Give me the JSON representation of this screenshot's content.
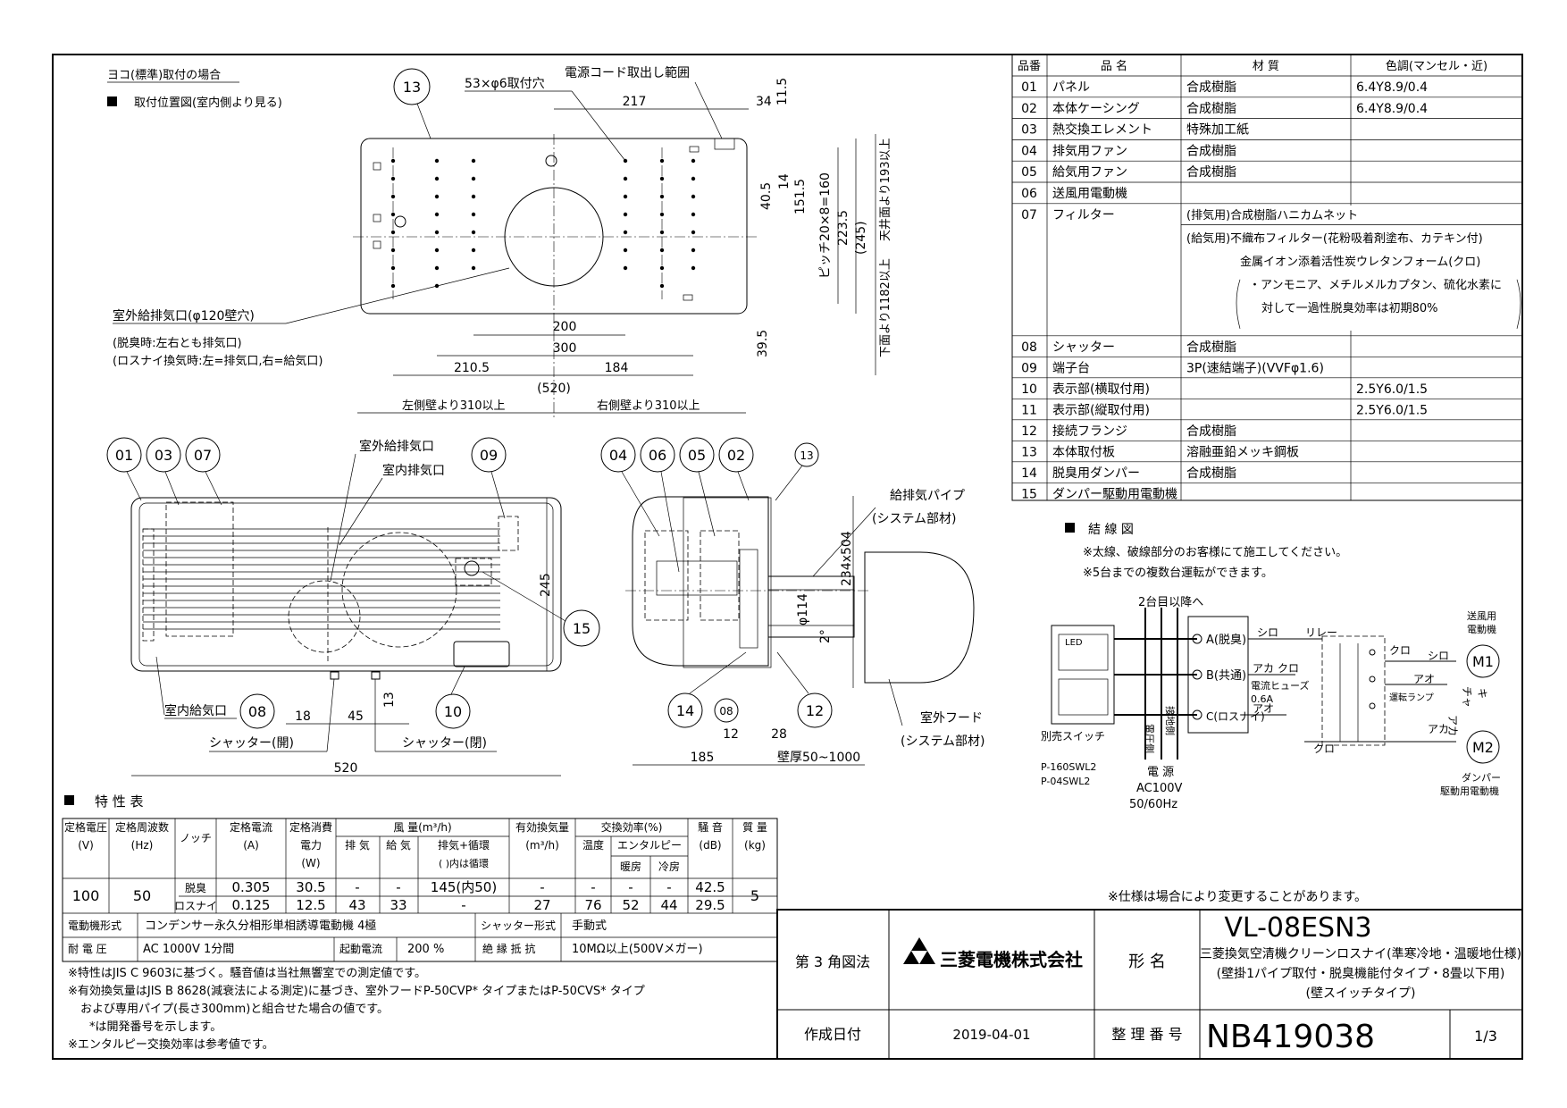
{
  "drawing": {
    "mounting_case": "ヨコ(標準)取付の場合",
    "mounting_position_title": "取付位置図(室内側より見る)",
    "mount_holes": "53×φ6取付穴",
    "cord_range": "電源コード取出し範囲",
    "outdoor_inlet": "室外給排気口(φ120壁穴)",
    "deodor_note": "(脱臭時:左右とも排気口)",
    "lossnay_note": "(ロスナイ換気時:左=排気口,右=給気口)",
    "left_wall": "左側壁より310以上",
    "right_wall": "右側壁より310以上",
    "ceiling": "天井面より193以上",
    "floor": "下面より1182以上",
    "pitch": "ピッチ20×8=160",
    "outdoor_exhaust": "室外給排気口",
    "indoor_exhaust": "室内排気口",
    "indoor_supply": "室内給気口",
    "shutter_open": "シャッター(開)",
    "shutter_closed": "シャッター(閉)",
    "pipe": "給排気パイプ",
    "pipe_sys": "(システム部材)",
    "hood": "室外フード",
    "hood_sys": "(システム部材)",
    "wall_thick": "壁厚50~1000",
    "diam": "φ114",
    "angle": "2°",
    "bubbles": [
      "13",
      "01",
      "03",
      "07",
      "09",
      "15",
      "08",
      "10",
      "04",
      "06",
      "05",
      "02",
      "13",
      "14",
      "08",
      "12"
    ],
    "dims": {
      "d217": "217",
      "d34": "34",
      "d11_5": "11.5",
      "d14": "14",
      "d40_5": "40.5",
      "d151_5": "151.5",
      "d223_5": "223.5",
      "d245": "(245)",
      "d200": "200",
      "d300": "300",
      "d210_5": "210.5",
      "d184": "184",
      "d520p": "(520)",
      "d39_5": "39.5",
      "d245b": "245",
      "d18": "18",
      "d45": "45",
      "d13": "13",
      "d520": "520",
      "d234": "234x504",
      "d185": "185",
      "d12": "12",
      "d28": "28"
    }
  },
  "parts": {
    "headers": [
      "品番",
      "品 名",
      "材 質",
      "色調(マンセル・近)"
    ],
    "rows": [
      [
        "01",
        "パネル",
        "合成樹脂",
        "6.4Y8.9/0.4"
      ],
      [
        "02",
        "本体ケーシング",
        "合成樹脂",
        "6.4Y8.9/0.4"
      ],
      [
        "03",
        "熱交換エレメント",
        "特殊加工紙",
        ""
      ],
      [
        "04",
        "排気用ファン",
        "合成樹脂",
        ""
      ],
      [
        "05",
        "給気用ファン",
        "合成樹脂",
        ""
      ],
      [
        "06",
        "送風用電動機",
        "",
        ""
      ]
    ],
    "filter_no": "07",
    "filter_name": "フィルター",
    "filter_lines": [
      "(排気用)合成樹脂ハニカムネット",
      "(給気用)不織布フィルター(花粉吸着剤塗布、カテキン付)",
      "金属イオン添着活性炭ウレタンフォーム(クロ)",
      "・アンモニア、メチルメルカプタン、硫化水素に",
      "対して一過性脱臭効率は初期80%"
    ],
    "rows2": [
      [
        "08",
        "シャッター",
        "合成樹脂",
        ""
      ],
      [
        "09",
        "端子台",
        "3P(速結端子)(VVFφ1.6)",
        ""
      ],
      [
        "10",
        "表示部(横取付用)",
        "",
        "2.5Y6.0/1.5"
      ],
      [
        "11",
        "表示部(縦取付用)",
        "",
        "2.5Y6.0/1.5"
      ],
      [
        "12",
        "接続フランジ",
        "合成樹脂",
        ""
      ],
      [
        "13",
        "本体取付板",
        "溶融亜鉛メッキ鋼板",
        ""
      ],
      [
        "14",
        "脱臭用ダンパー",
        "合成樹脂",
        ""
      ],
      [
        "15",
        "ダンパー駆動用電動機",
        "",
        ""
      ]
    ]
  },
  "wiring": {
    "title": "結 線 図",
    "note1": "※太線、破線部分のお客様にて施工してください。",
    "note2": "※5台までの複数台運転ができます。",
    "units": "2台目以降へ",
    "terminals": [
      "A(脱臭)",
      "B(共通)",
      "C(ロスナイ)"
    ],
    "wires": {
      "shiro": "シロ",
      "aka": "アカ",
      "kuro": "クロ",
      "ao": "アオ",
      "cha": "チャ",
      "ki": "キ"
    },
    "relay": "リレー",
    "fuse": "電流ヒューズ",
    "fuse_v": "0.6A",
    "m1": "M1",
    "m2": "M2",
    "m1_label": [
      "送風用",
      "電動機"
    ],
    "m2_label": [
      "ダンパー",
      "駆動用電動機"
    ],
    "lamp": "運転ランプ",
    "switch": "別売スイッチ",
    "switch_models": [
      "P-160SWL2",
      "P-04SWL2"
    ],
    "power": [
      "電 源",
      "AC100V",
      "50/60Hz"
    ],
    "voltage_side": "電圧側",
    "ground_side": "接地側",
    "led": "LED"
  },
  "specs": {
    "title": "特 性 表",
    "h": {
      "v": "定格電圧",
      "v_u": "(V)",
      "hz": "定格周波数",
      "hz_u": "(Hz)",
      "notch": "ノッチ",
      "a": "定格電流",
      "a_u": "(A)",
      "w": "定格消費",
      "w2": "電力",
      "w_u": "(W)",
      "flow": "風 量(m³/h)",
      "exh": "排 気",
      "sup": "給 気",
      "circ": "排気+循環",
      "circ2": "( )内は循環",
      "eff": "有効換気量",
      "eff_u": "(m³/h)",
      "xeff": "交換効率(%)",
      "temp": "温度",
      "enth": "エンタルピー",
      "heat": "暖房",
      "cool": "冷房",
      "noise": "騒 音",
      "noise_u": "(dB)",
      "mass": "質 量",
      "mass_u": "(kg)"
    },
    "volt": "100",
    "freq": "50",
    "mass": "5",
    "rows": [
      [
        "脱臭",
        "0.305",
        "30.5",
        "-",
        "-",
        "145(内50)",
        "-",
        "-",
        "-",
        "-",
        "42.5"
      ],
      [
        "ロスナイ",
        "0.125",
        "12.5",
        "43",
        "33",
        "-",
        "27",
        "76",
        "52",
        "44",
        "29.5"
      ]
    ],
    "motor_l": "電動機形式",
    "motor_v": "コンデンサー永久分相形単相誘導電動機 4極",
    "shutter_l": "シャッター形式",
    "shutter_v": "手動式",
    "withstand_l": "耐 電 圧",
    "withstand_v": "AC 1000V 1分間",
    "start_l": "起動電流",
    "start_v": "200 %",
    "ins_l": "絶 縁 抵 抗",
    "ins_v": "10MΩ以上(500Vメガー)",
    "notes": [
      "※特性はJIS C 9603に基づく。騒音値は当社無響室での測定値です。",
      "※有効換気量はJIS B 8628(減衰法による測定)に基づき、室外フードP-50CVP* タイプまたはP-50CVS* タイプ",
      "および専用パイプ(長さ300mm)と組合せた場合の値です。",
      "*は開発番号を示します。",
      "※エンタルピー交換効率は参考値です。"
    ]
  },
  "title_block": {
    "change_note": "※仕様は場合により変更することがあります。",
    "projection": "第 3 角図法",
    "company": "三菱電機株式会社",
    "name_label": "形 名",
    "model": "VL-08ESN3",
    "desc": [
      "三菱換気空清機クリーンロスナイ(準寒冷地・温暖地仕様)",
      "(壁掛1パイプ取付・脱臭機能付タイプ・8畳以下用)",
      "(壁スイッチタイプ)"
    ],
    "date_label": "作成日付",
    "date": "2019-04-01",
    "num_label": "整 理 番 号",
    "num": "NB419038",
    "page": "1/3"
  }
}
